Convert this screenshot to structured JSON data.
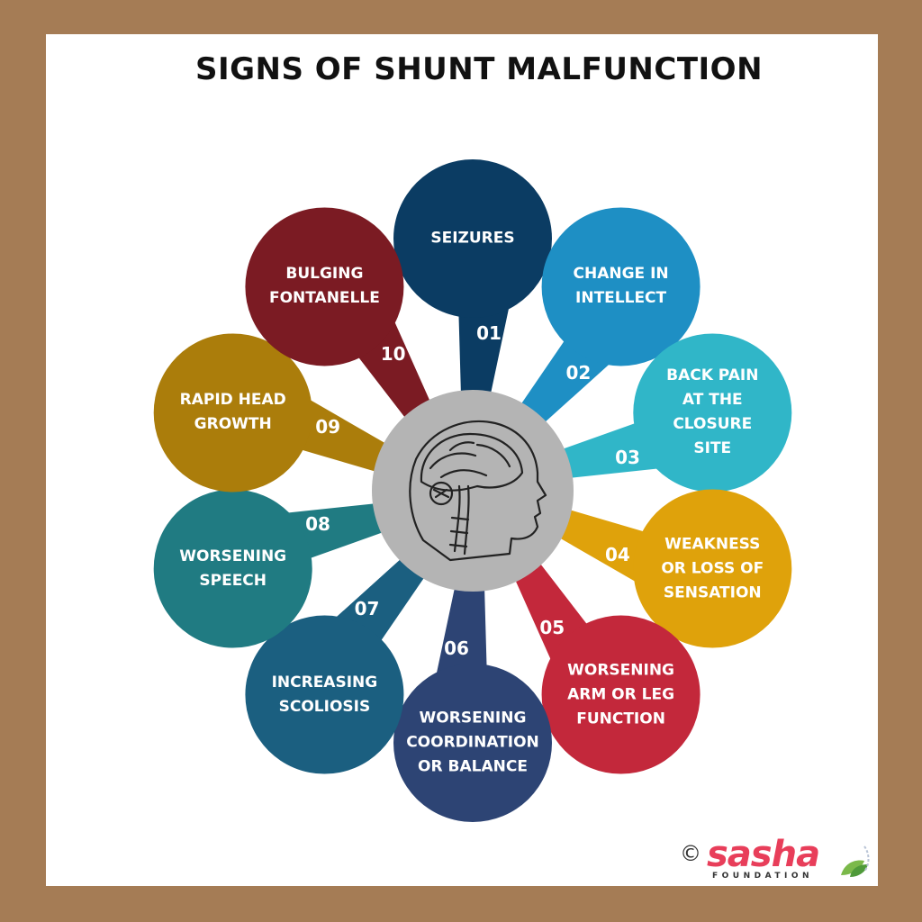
{
  "title": "SIGNS OF SHUNT MALFUNCTION",
  "center": {
    "icon": "brain-head-profile-icon"
  },
  "petals": [
    {
      "num": "01",
      "label": "SEIZURES",
      "color": "#0b3c63"
    },
    {
      "num": "02",
      "label": "CHANGE IN\nINTELLECT",
      "color": "#1e8fc4"
    },
    {
      "num": "03",
      "label": "BACK PAIN\nAT THE\nCLOSURE\nSITE",
      "color": "#30b6c8"
    },
    {
      "num": "04",
      "label": "WEAKNESS\nOR LOSS OF\nSENSATION",
      "color": "#dfa20b"
    },
    {
      "num": "05",
      "label": "WORSENING\nARM OR LEG\nFUNCTION",
      "color": "#c3283b"
    },
    {
      "num": "06",
      "label": "WORSENING\nCOORDINATION\nOR BALANCE",
      "color": "#2d4474"
    },
    {
      "num": "07",
      "label": "INCREASING\nSCOLIOSIS",
      "color": "#1b5f80"
    },
    {
      "num": "08",
      "label": "WORSENING\nSPEECH",
      "color": "#207b82"
    },
    {
      "num": "09",
      "label": "RAPID HEAD\nGROWTH",
      "color": "#ab7d0b"
    },
    {
      "num": "10",
      "label": "BULGING\nFONTANELLE",
      "color": "#7b1b23"
    }
  ],
  "logo": {
    "copyright": "©",
    "name": "sasha",
    "subtitle": "FOUNDATION",
    "icon": "leaf-icon"
  }
}
